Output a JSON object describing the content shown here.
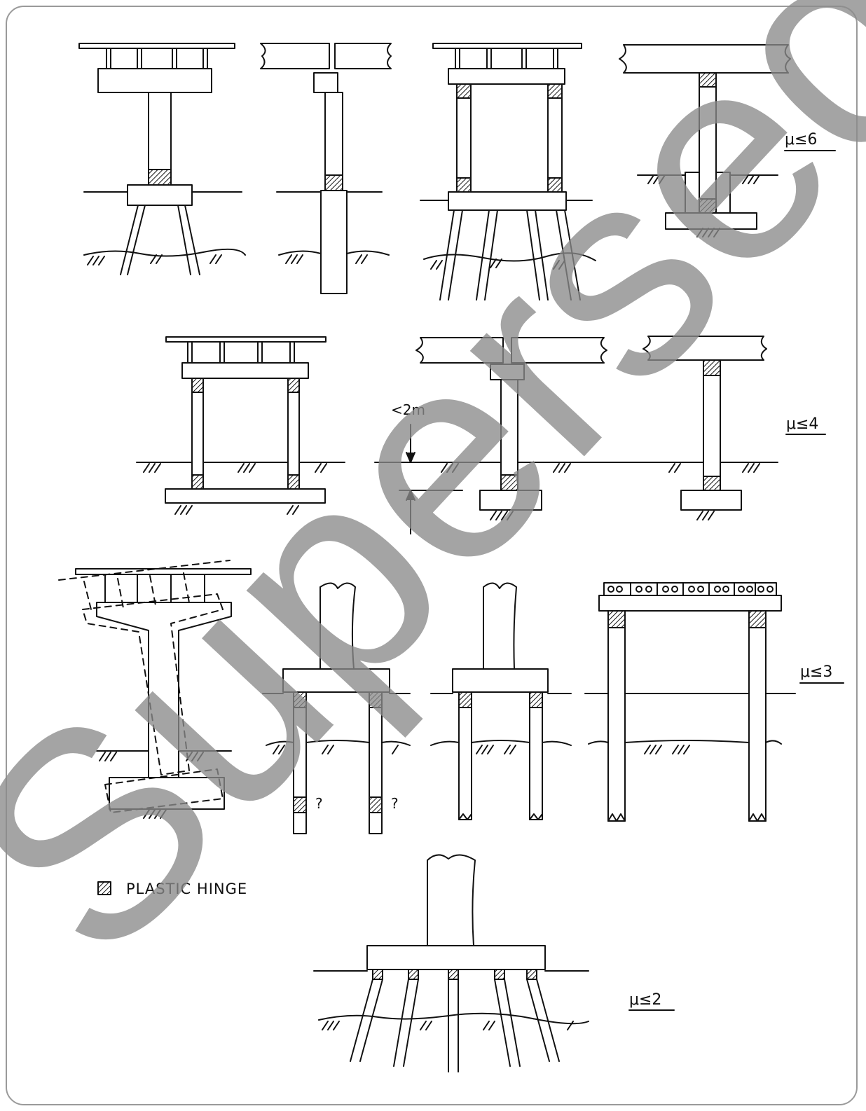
{
  "diagram": {
    "ductility_labels": [
      "μ≤6",
      "μ≤4",
      "μ≤3",
      "μ≤2"
    ],
    "annotations": {
      "depth": "<2m",
      "question": "?"
    },
    "legend": {
      "label": "PLASTIC HINGE"
    },
    "watermark": "Superseded"
  },
  "colors": {
    "ink": "#111111",
    "frame": "#9a9a9a",
    "watermark": "#8a8a8a"
  }
}
